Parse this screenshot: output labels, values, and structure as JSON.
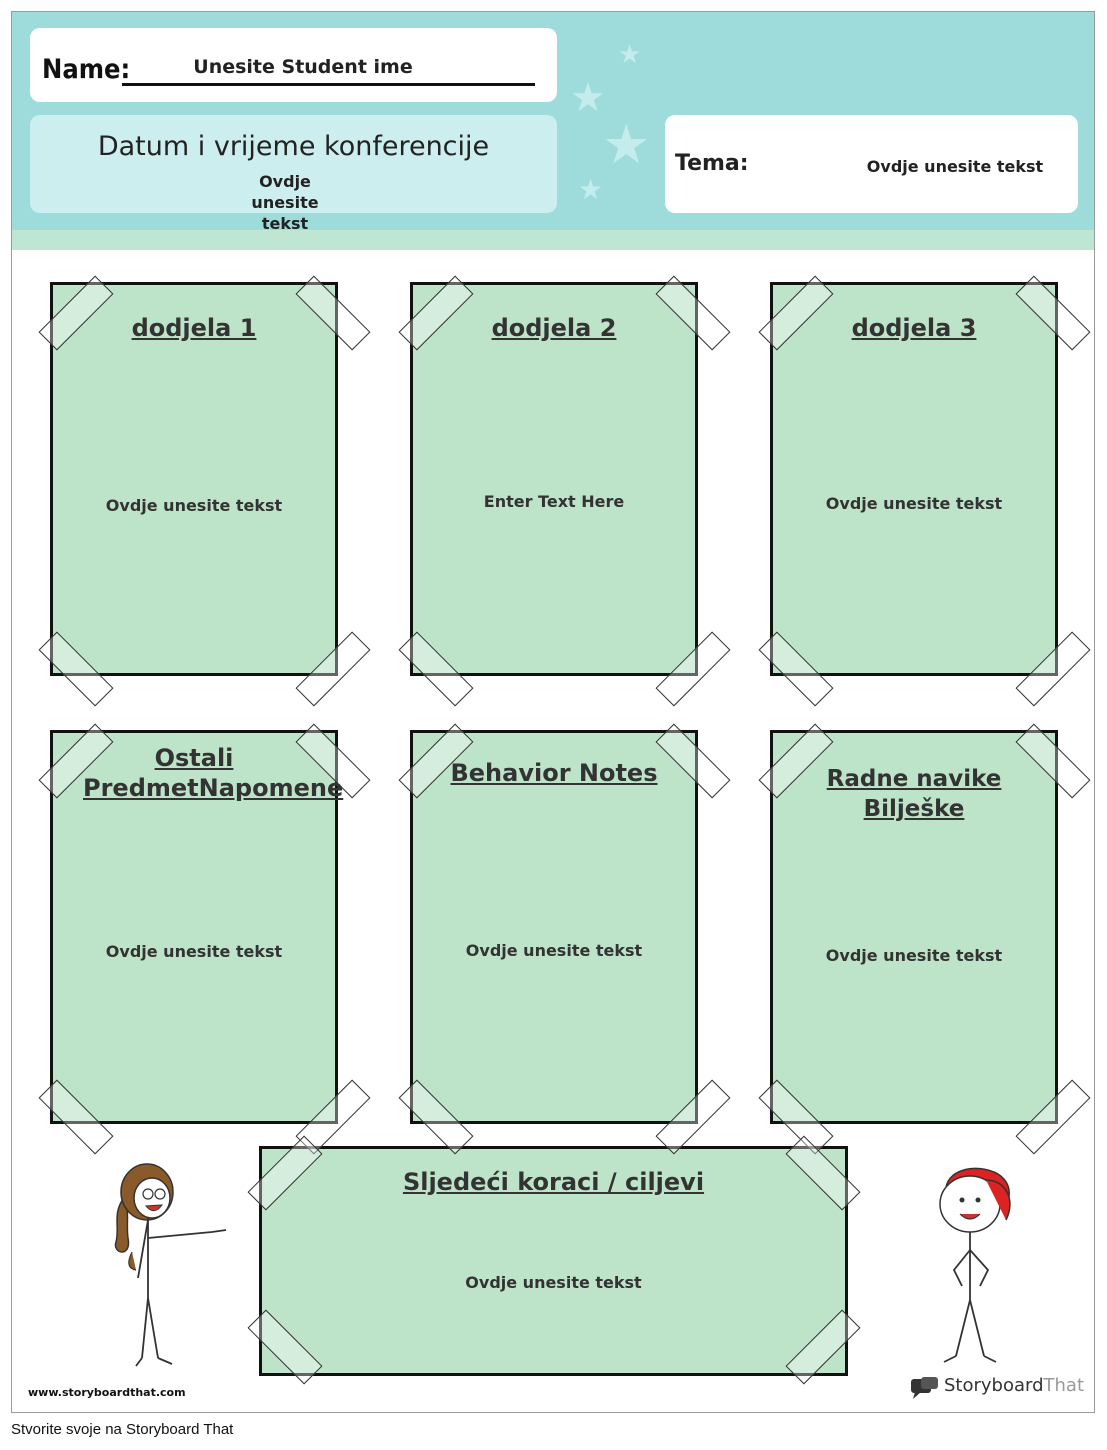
{
  "header": {
    "name_label": "Name:",
    "name_value": "Unesite Student ime",
    "date_title": "Datum i vrijeme konferencije",
    "date_value": "Ovdje unesite tekst",
    "topic_label": "Tema:",
    "topic_value": "Ovdje unesite tekst"
  },
  "cards": [
    {
      "title": "dodjela 1",
      "text": "Ovdje unesite tekst"
    },
    {
      "title": "dodjela 2",
      "text": "Enter Text Here"
    },
    {
      "title": "dodjela 3",
      "text": "Ovdje unesite tekst"
    },
    {
      "title": "Ostali PredmetNapomene",
      "text": "Ovdje unesite tekst"
    },
    {
      "title": "Behavior Notes",
      "text": "Ovdje unesite tekst"
    },
    {
      "title": "Radne navike Bilješke",
      "text": "Ovdje unesite tekst"
    }
  ],
  "next_steps": {
    "title": "Sljedeći koraci / ciljevi",
    "text": "Ovdje unesite tekst"
  },
  "footer": {
    "url": "www.storyboardthat.com",
    "brand_part1": "Storyboard",
    "brand_part2": "That",
    "caption": "Stvorite svoje na Storyboard That"
  },
  "colors": {
    "header_teal": "#9edcdc",
    "card_green": "#bde3c9",
    "date_box": "#cdeeee"
  }
}
